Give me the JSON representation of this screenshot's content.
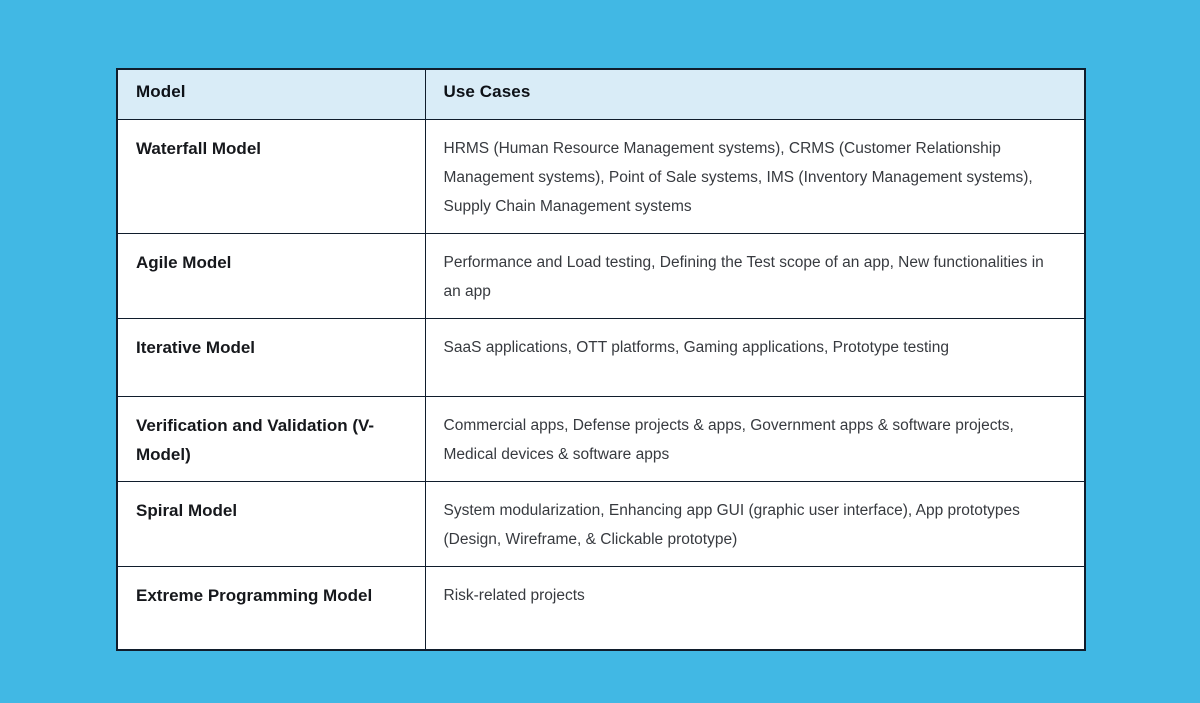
{
  "page": {
    "background_color": "#41b8e4"
  },
  "table": {
    "style": {
      "header_background": "#d9ecf7",
      "border_color": "#101d2c",
      "body_background": "#ffffff"
    },
    "headers": {
      "model": "Model",
      "use_cases": "Use Cases"
    },
    "rows": [
      {
        "model": "Waterfall Model",
        "use_cases": "HRMS (Human Resource Management systems), CRMS (Customer Relationship Management systems), Point of Sale systems, IMS (Inventory Management systems), Supply Chain Management systems"
      },
      {
        "model": "Agile Model",
        "use_cases": "Performance and Load testing, Defining the Test scope of an app, New functionalities in an app"
      },
      {
        "model": "Iterative Model",
        "use_cases": "SaaS applications, OTT platforms, Gaming applications, Prototype testing"
      },
      {
        "model": "Verification and Validation (V-Model)",
        "use_cases": "Commercial apps, Defense projects & apps, Government apps & software projects, Medical devices & software apps"
      },
      {
        "model": "Spiral Model",
        "use_cases": "System modularization, Enhancing app GUI (graphic user interface), App prototypes (Design, Wireframe, & Clickable prototype)"
      },
      {
        "model": "Extreme Programming Model",
        "use_cases": "Risk-related projects"
      }
    ]
  }
}
